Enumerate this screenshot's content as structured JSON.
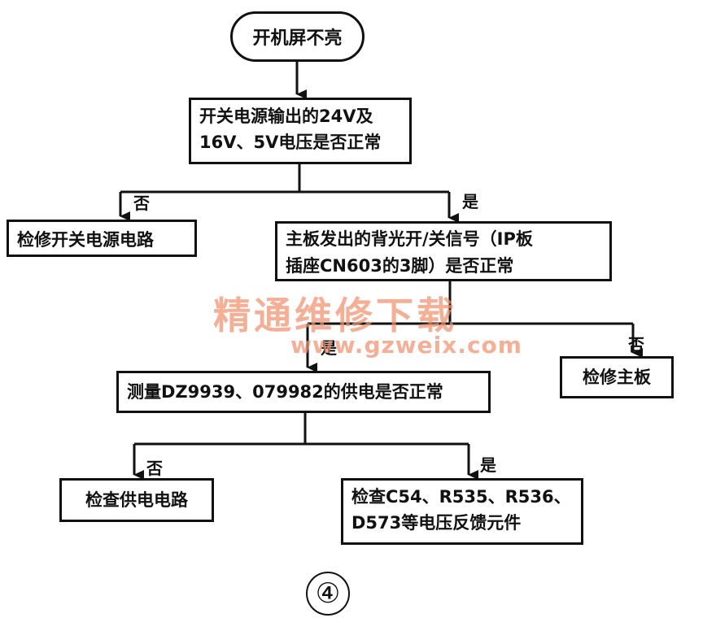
{
  "start": "开机屏不亮",
  "nodes": {
    "power_check": [
      "开关电源输出的24V及",
      "16V、5V电压是否正常"
    ],
    "repair_power": [
      "检修开关电源电路"
    ],
    "backlight_check": [
      "主板发出的背光开/关信号（IP板",
      "插座CN603的3脚）是否正常"
    ],
    "supply_check": [
      "测量DZ9939、079982的供电是否正常"
    ],
    "repair_board": [
      "检修主板"
    ],
    "check_supply_circuit": [
      "检查供电电路"
    ],
    "check_feedback": [
      "检查C54、R535、R536、",
      "D573等电压反馈元件"
    ]
  },
  "labels": {
    "no": "否",
    "yes": "是"
  },
  "watermark": {
    "cn": "精通维修下载",
    "url": "www.gzweix.com"
  },
  "figure_number": "④"
}
